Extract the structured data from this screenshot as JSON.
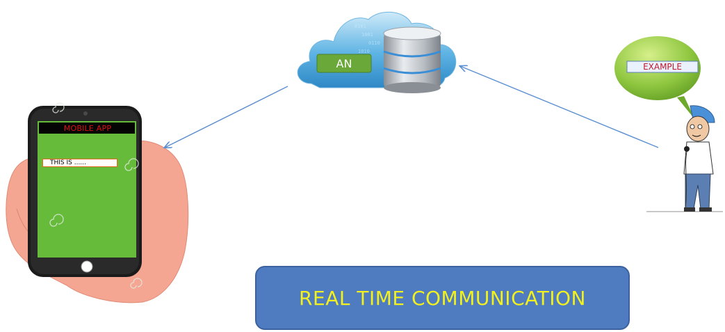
{
  "phone": {
    "title": "MOBILE APP",
    "input_text": "THIS IS ......"
  },
  "cloud": {
    "label": "AN"
  },
  "speaker": {
    "bubble_label": "EXAMPLE"
  },
  "banner": {
    "text": "REAL TIME COMMUNICATION"
  },
  "colors": {
    "banner_fill": "#4f7bc1",
    "banner_text": "#f2f01d",
    "phone_screen": "#66bb3a",
    "phone_title_text": "#e01010",
    "bubble_green": "#8ec63f",
    "arrow": "#5b8fd1",
    "hand": "#f4a692"
  }
}
